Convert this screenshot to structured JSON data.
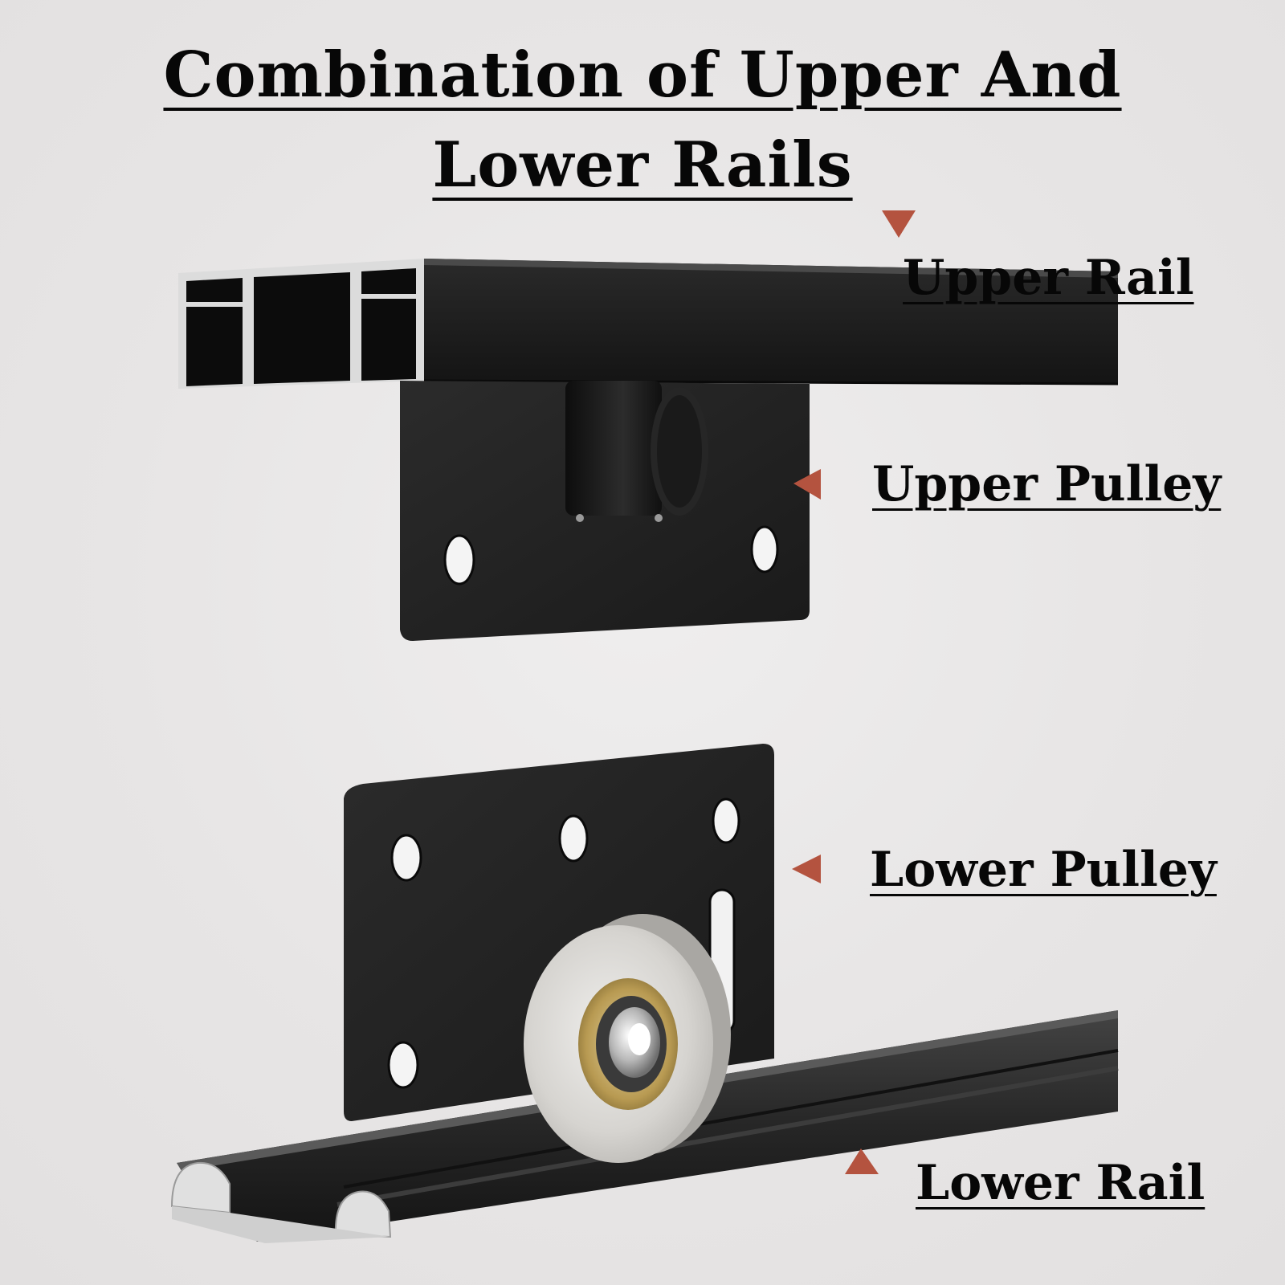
{
  "title": "Combination of Upper And Lower Rails",
  "labels": {
    "upper_rail": "Upper Rail",
    "upper_pulley": "Upper Pulley",
    "lower_pulley": "Lower Pulley",
    "lower_rail": "Lower Rail"
  },
  "colors": {
    "background": "#e8e6e6",
    "arrow": "#b4533f",
    "metal_dark": "#1f1f1f",
    "wheel": "#d8d6d2",
    "bearing_gold": "#b89a52"
  },
  "icons": {
    "upper_rail_pointer": "triangle-down-icon",
    "upper_pulley_pointer": "triangle-left-icon",
    "lower_pulley_pointer": "triangle-left-icon",
    "lower_rail_pointer": "triangle-up-icon"
  }
}
